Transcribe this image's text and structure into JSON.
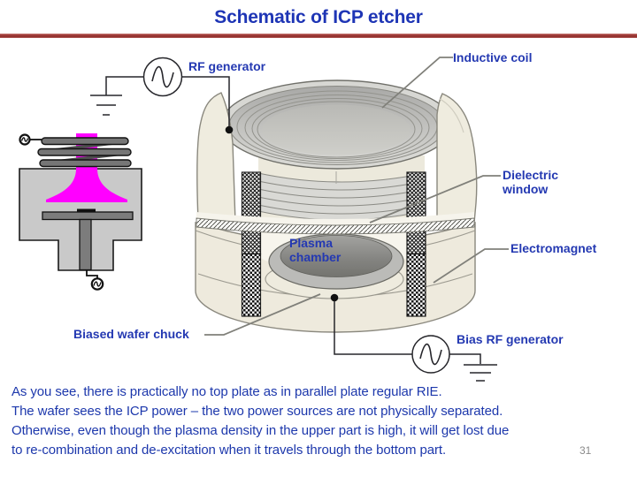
{
  "slide": {
    "title": "Schematic of ICP etcher",
    "page_number": "31",
    "body_lines": [
      "As you see, there is practically no top plate as in parallel plate regular RIE.",
      "The wafer sees the  ICP power – the two power sources are not physically separated.",
      "Otherwise, even though the plasma density in the upper part is high, it will get lost due",
      "to re-combination and de-excitation when it travels through the bottom part."
    ]
  },
  "diagram": {
    "labels": {
      "rf_generator": "RF generator",
      "inductive_coil": "Inductive coil",
      "dielectric_window": "Dielectric window",
      "electromagnet": "Electromagnet",
      "plasma_chamber": "Plasma chamber",
      "biased_wafer_chuck": "Biased wafer chuck",
      "bias_rf_generator": "Bias RF generator"
    },
    "icons": {
      "ac_source": "circle-with-sine-wave",
      "ground": "three-bar-ground-symbol"
    }
  },
  "colors": {
    "title_blue": "#1e35b5",
    "label_blue": "#2439b2",
    "body_blue": "#1d38ac",
    "divider_red": "#a03a37",
    "plasma_magenta": "#ff00ff",
    "shell_cream": "#efecdf",
    "metal_gray": "#d9d9d5",
    "chamber_gray": "#c9c9c9"
  }
}
